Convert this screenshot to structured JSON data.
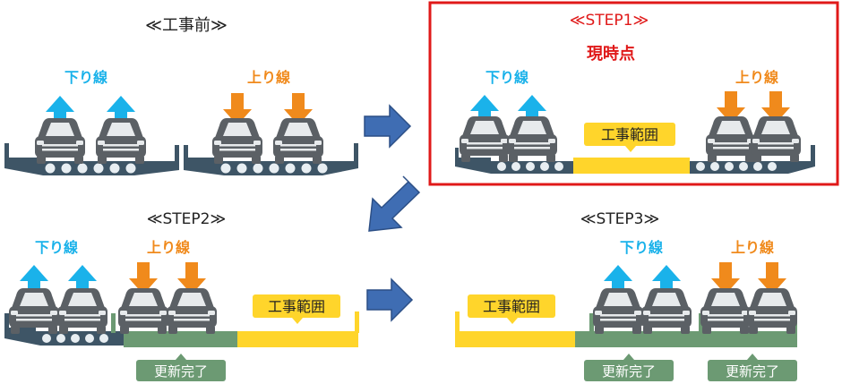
{
  "colors": {
    "up": "#1ab2ea",
    "down": "#f08a1c",
    "deck": "#3e5566",
    "car": "#5b6065",
    "work": "#ffd52b",
    "renewed": "#6c9a73",
    "flow_arrow": "#3f6db3",
    "current_box": "#e01919",
    "text": "#222222",
    "label_bg": "#ffd52b"
  },
  "panels": {
    "before": {
      "title": "≪工事前≫"
    },
    "step1": {
      "title": "≪STEP1≫",
      "status": "現時点"
    },
    "step2": {
      "title": "≪STEP2≫"
    },
    "step3": {
      "title": "≪STEP3≫"
    }
  },
  "labels": {
    "down_line": "下り線",
    "up_line": "上り線",
    "work_area": "工事範囲",
    "renewed": "更新完了"
  },
  "icons": {
    "up_arrow": "arrow-up-icon",
    "down_arrow": "arrow-down-icon",
    "car": "car-icon",
    "flow": "flow-arrow-icon"
  }
}
